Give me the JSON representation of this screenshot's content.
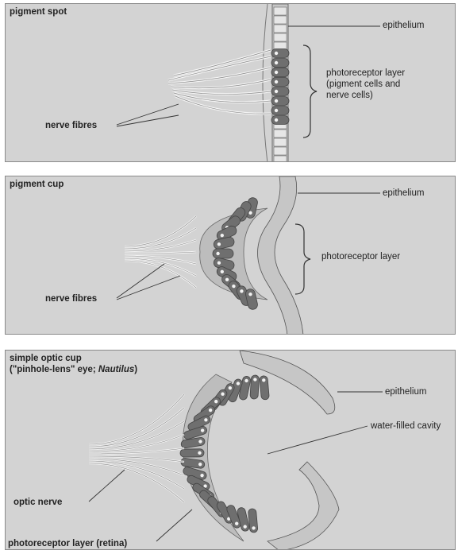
{
  "panels": [
    {
      "title": "pigment spot",
      "labels": {
        "epithelium": "epithelium",
        "photoreceptor_1": "photoreceptor layer",
        "photoreceptor_2": "(pigment cells and",
        "photoreceptor_3": "nerve cells)",
        "nerve": "nerve fibres"
      }
    },
    {
      "title": "pigment cup",
      "labels": {
        "epithelium": "epithelium",
        "photoreceptor": "photoreceptor layer",
        "nerve": "nerve fibres"
      }
    },
    {
      "title_line1": "simple optic cup",
      "title_line2_a": "(\"pinhole-lens\" eye; ",
      "title_line2_b": "Nautilus",
      "title_line2_c": ")",
      "labels": {
        "epithelium": "epithelium",
        "cavity": "water-filled cavity",
        "optic_nerve": "optic nerve",
        "photoreceptor": "photoreceptor layer (retina)"
      }
    }
  ],
  "colors": {
    "background": "#d3d3d3",
    "tissue": "#bdbdbd",
    "cell_dark": "#6f6f6f",
    "cell_light": "#e8e8e8",
    "line": "#333333"
  }
}
